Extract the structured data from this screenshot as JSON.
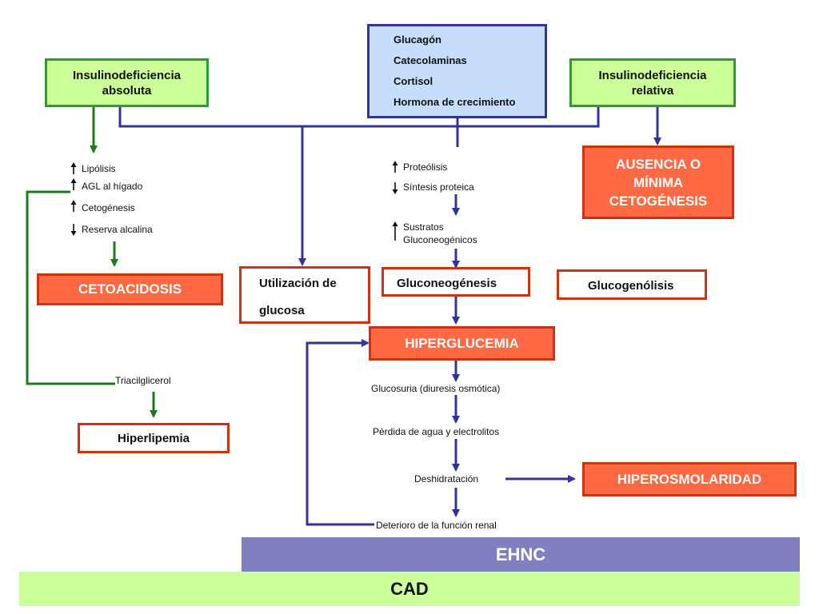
{
  "colors": {
    "green_fill": "#ccff99",
    "green_border": "#339933",
    "blue_fill": "#c6ddfb",
    "blue_border": "#333399",
    "red_fill": "#ff6a45",
    "red_border": "#cc3311",
    "ehnc_bar": "#8080c0",
    "cad_bar": "#ccff99"
  },
  "hormones": [
    "Glucagón",
    "Catecolaminas",
    "Cortisol",
    "Hormona de crecimiento"
  ],
  "insulin_absolute": {
    "line1": "Insulinodeficiencia",
    "line2": "absoluta"
  },
  "insulin_relative": {
    "line1": "Insulinodeficiencia",
    "line2": "relativa"
  },
  "ausencia": {
    "line1": "AUSENCIA O",
    "line2": "MÍNIMA",
    "line3": "CETOGÉNESIS"
  },
  "left_list": [
    "Lipólisis",
    "AGL al hígado",
    "Cetogénesis",
    "Reserva alcalina"
  ],
  "cetoacidosis": "CETOACIDOSIS",
  "triacilglicerol": "Triacilglicerol",
  "hiperlipemia": "Hiperlipemia",
  "utilizacion": {
    "line1": "Utilización de",
    "line2": "glucosa"
  },
  "middle_list": {
    "proteolisis": "Proteólisis",
    "sintesis": "Síntesis proteica",
    "sustratos1": "Sustratos",
    "sustratos2": "Gluconeogénicos"
  },
  "gluconeogenesis": "Gluconeogénesis",
  "glucogenolisis": "Glucogenólisis",
  "hiperglucemia": "HIPERGLUCEMIA",
  "cascade": {
    "glucosuria": "Glucosuria (diuresis osmótica)",
    "perdida": "Pérdida de agua y electrolitos",
    "deshidratacion": "Deshidratación",
    "deterioro": "Deterioro de la función renal"
  },
  "hiperosmolaridad": "HIPEROSMOLARIDAD",
  "ehnc": "EHNC",
  "cad": "CAD"
}
